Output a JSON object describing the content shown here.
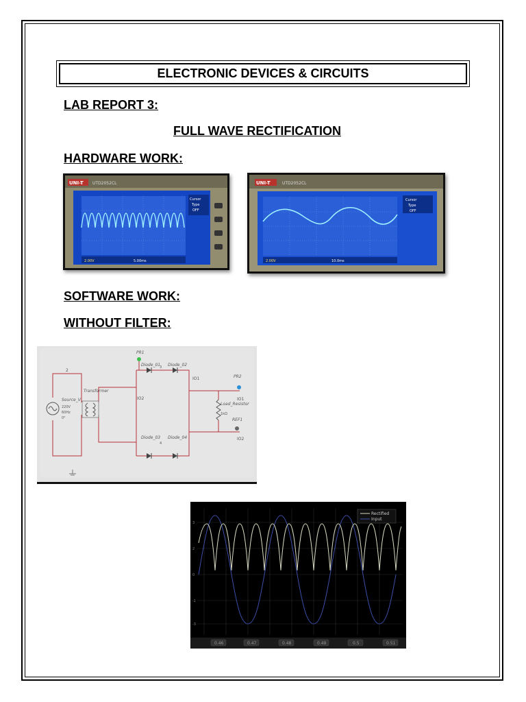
{
  "document": {
    "banner_title": "ELECTRONIC DEVICES & CIRCUITS",
    "lab_report": "LAB REPORT 3:",
    "experiment_title": "FULL WAVE RECTIFICATION",
    "hardware_heading": "HARDWARE WORK:",
    "software_heading": "SOFTWARE WORK:",
    "without_filter_heading": "WITHOUT FILTER:"
  },
  "photo_1": {
    "brand": "UNI-T",
    "model": "UTD2052CL",
    "menu_title": "Cursor",
    "menu_item": "Type",
    "menu_value": "OFF",
    "ch1": "2.00V",
    "timebase": "5.00ms"
  },
  "photo_2": {
    "brand": "UNI-T",
    "model": "UTD2052CL",
    "menu_title": "Cursor",
    "menu_item": "Type",
    "menu_value": "OFF",
    "ch1": "2.00V",
    "timebase": "10.0ms"
  },
  "circuit": {
    "source_label": "Source_V",
    "source_params": [
      "220V",
      "60Hz",
      "0°"
    ],
    "transformer_label": "Transformer",
    "node_2": "2",
    "node_3": "3",
    "node_4": "4",
    "probe_1": "PR1",
    "probe_2": "PR2",
    "probe_3": "REF1",
    "diode_1": "Diode_01",
    "diode_2": "Diode_02",
    "diode_3": "Diode_03",
    "diode_4": "Diode_04",
    "io1": "IO1",
    "io2": "IO2",
    "io1_right": "IO1",
    "io2_right": "IO2",
    "resistor_label": "Load_Resistor",
    "resistor_value": "1kΩ"
  },
  "scope": {
    "legend": [
      "Rectified",
      "Input"
    ],
    "x_ticks": [
      "0.46",
      "0.47",
      "0.48",
      "0.49",
      "0.5",
      "0.51"
    ],
    "colors": {
      "rectified": "#d8d8c0",
      "input": "#3c4ea8"
    }
  }
}
